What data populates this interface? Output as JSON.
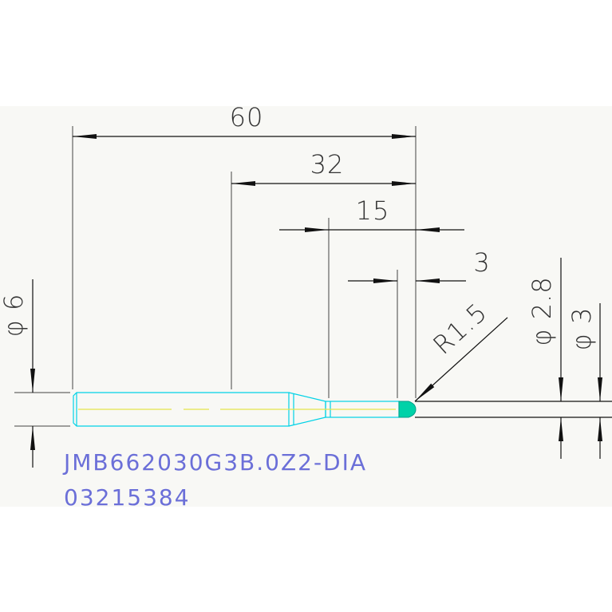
{
  "colors": {
    "panel": "#f8f8f5",
    "outline": "#00d2e6",
    "axis": "#e5e54a",
    "dim_line": "#222222",
    "tip": "#00d2a8",
    "label": "#6b6fd8"
  },
  "dimensions": {
    "overall_length": "60",
    "flute_length": "32",
    "neck_length": "15",
    "tip_length": "3",
    "radius": "R1.5",
    "shank_dia": "φ 6",
    "neck_dia": "φ 2.8",
    "cutter_dia": "φ 3"
  },
  "part": {
    "code": "JMB662030G3B.0Z2-DIA",
    "number": "03215384"
  }
}
